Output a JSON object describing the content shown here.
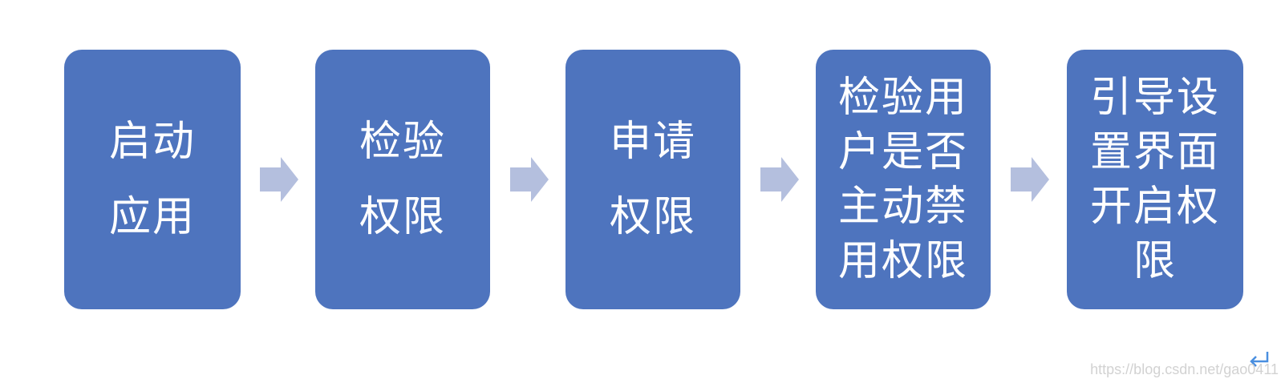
{
  "steps": [
    {
      "lines": [
        "启动",
        "应用"
      ]
    },
    {
      "lines": [
        "检验",
        "权限"
      ]
    },
    {
      "lines": [
        "申请",
        "权限"
      ]
    },
    {
      "lines": [
        "检验用",
        "户是否",
        "主动禁",
        "用权限"
      ]
    },
    {
      "lines": [
        "引导设",
        "置界面",
        "开启权",
        "限"
      ]
    }
  ],
  "watermark": "https://blog.csdn.net/gao0411",
  "colors": {
    "box": "#4e74be",
    "arrow": "#b4bfde",
    "text": "#ffffff"
  },
  "icons": {
    "connector": "right-arrow-icon",
    "paragraph": "return-arrow-icon"
  }
}
